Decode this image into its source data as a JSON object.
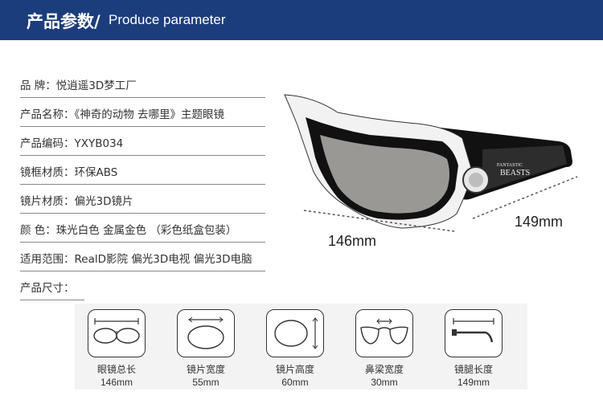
{
  "header": {
    "title_cn": "产品参数/",
    "title_en": "Produce parameter",
    "bg_color": "#1c3d7c"
  },
  "params": [
    {
      "text": "品  牌：悦逍遥3D梦工厂"
    },
    {
      "text": "产品名称：《神奇的动物 去哪里》主题眼镜"
    },
    {
      "text": "产品编码：YXYB034"
    },
    {
      "text": "镜框材质：环保ABS"
    },
    {
      "text": "镜片材质：偏光3D镜片"
    },
    {
      "text": "颜  色：珠光白色 金属金色  （彩色纸盒包装）"
    },
    {
      "text": "适用范围：RealD影院 偏光3D电视 偏光3D电脑"
    },
    {
      "text": "产品尺寸："
    }
  ],
  "product": {
    "width_label": "146mm",
    "temple_label": "149mm",
    "logo_line1": "FANTASTIC",
    "logo_line2": "BEASTS"
  },
  "specs": [
    {
      "label": "眼镜总长",
      "value": "146mm",
      "icon": "glasses-total-length-icon"
    },
    {
      "label": "镜片宽度",
      "value": "55mm",
      "icon": "lens-width-icon"
    },
    {
      "label": "镜片高度",
      "value": "60mm",
      "icon": "lens-height-icon"
    },
    {
      "label": "鼻梁宽度",
      "value": "30mm",
      "icon": "bridge-width-icon"
    },
    {
      "label": "镜腿长度",
      "value": "149mm",
      "icon": "temple-length-icon"
    }
  ]
}
